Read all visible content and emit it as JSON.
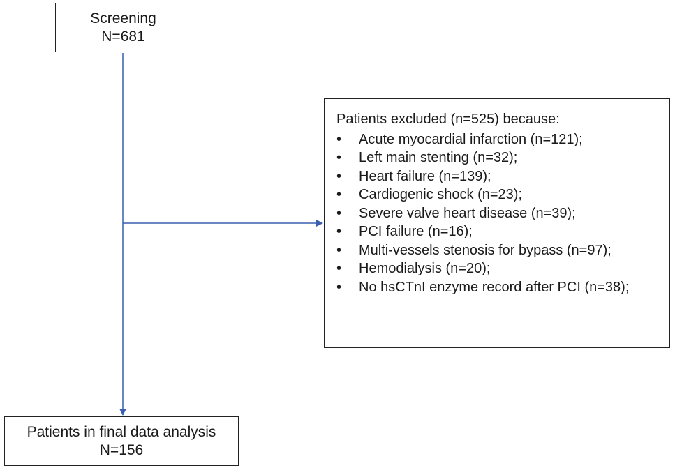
{
  "screening": {
    "label": "Screening",
    "count": "N=681"
  },
  "excluded": {
    "title": "Patients excluded (n=525) because:",
    "bullet": "•",
    "reasons": [
      "Acute myocardial infarction (n=121);",
      "Left main stenting (n=32);",
      "Heart failure (n=139);",
      "Cardiogenic shock (n=23);",
      "Severe valve heart disease (n=39);",
      "PCI failure (n=16);",
      "Multi-vessels stenosis for bypass (n=97);",
      "Hemodialysis (n=20);",
      "No hsCTnI enzyme record after PCI (n=38);"
    ]
  },
  "final": {
    "label": "Patients in final data analysis",
    "count": "N=156"
  },
  "colors": {
    "arrow": "#3a5fb0",
    "border": "#222222"
  }
}
